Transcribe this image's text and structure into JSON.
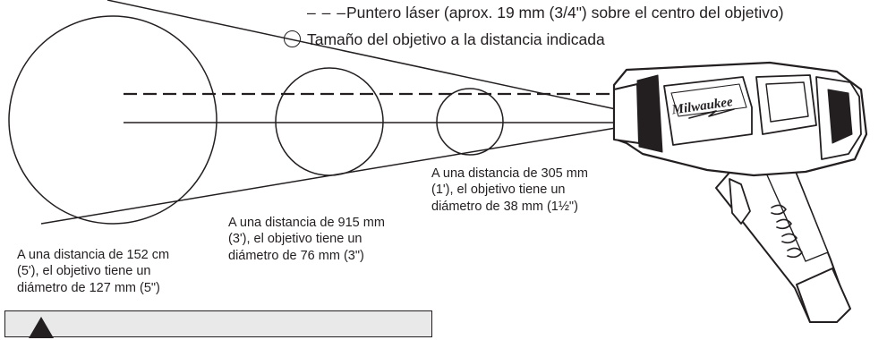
{
  "legend": {
    "laser_dash": "– – –",
    "laser_text": "Puntero láser (aprox. 19 mm (3/4\") sobre el centro del objetivo)",
    "target_text": "Tamaño del objetivo a la distancia indicada"
  },
  "captions": {
    "near": [
      "A una distancia de 305 mm",
      "(1'), el objetivo tiene un",
      "diámetro de 38 mm (1½\")"
    ],
    "mid": [
      "A una distancia de 915 mm",
      "(3'), el objetivo tiene un",
      "diámetro de 76 mm (3\")"
    ],
    "far": [
      "A una distancia de 152 cm",
      "(5'), el objetivo tiene un",
      "diámetro de 127 mm (5\")"
    ]
  },
  "device": {
    "brand": "Milwaukee"
  },
  "colors": {
    "ink": "#231f20",
    "warning_fill": "#e9e9e9"
  }
}
